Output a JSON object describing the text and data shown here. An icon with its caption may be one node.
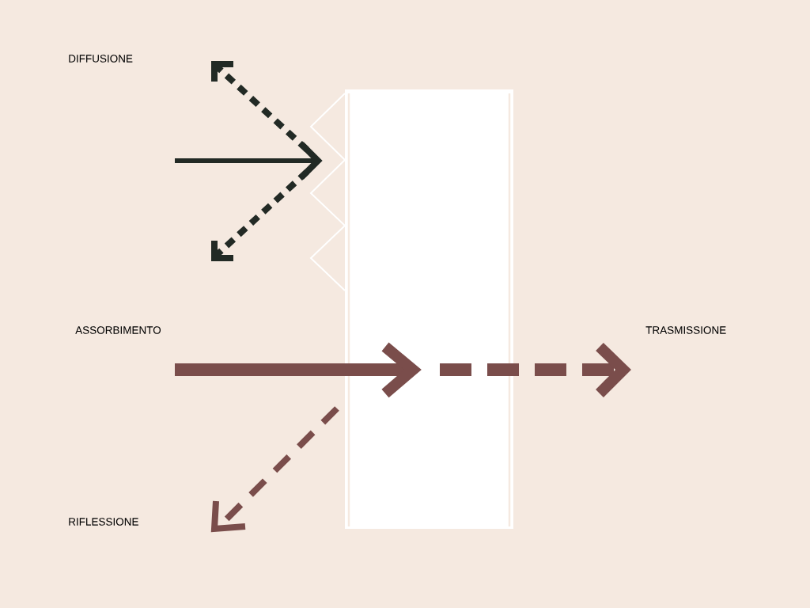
{
  "diagram": {
    "labels": [
      "DIFFUSIONE",
      "ASSORBIMENTO",
      "TRASMISSIONE",
      "RIFLESSIONE"
    ]
  }
}
